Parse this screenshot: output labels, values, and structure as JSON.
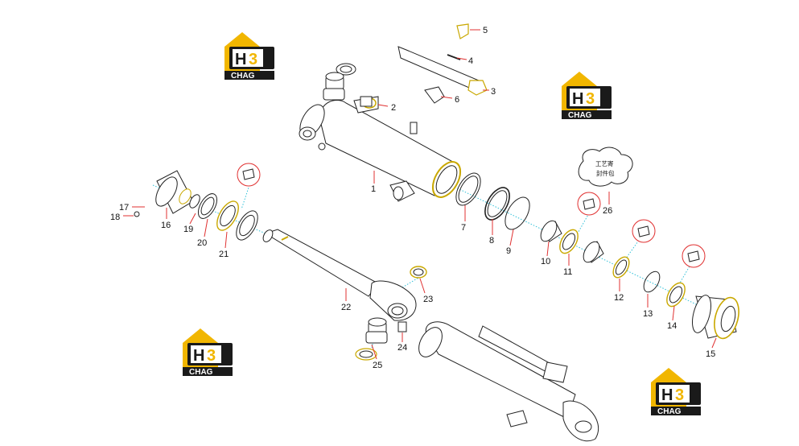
{
  "diagram": {
    "logo": {
      "mark": "H3",
      "word": "CHAG",
      "colors": {
        "gold": "#f1b600",
        "dark": "#1a1a1a"
      }
    },
    "bubble_text": [
      "工艺寄",
      "封件包"
    ],
    "callouts": [
      "1",
      "2",
      "3",
      "4",
      "5",
      "6",
      "7",
      "8",
      "9",
      "10",
      "11",
      "12",
      "13",
      "14",
      "15",
      "16",
      "17",
      "18",
      "19",
      "20",
      "21",
      "22",
      "23",
      "24",
      "25",
      "26"
    ],
    "colors": {
      "line": "#222222",
      "leader": "#e03030",
      "axis": "#2fc0d8"
    }
  }
}
